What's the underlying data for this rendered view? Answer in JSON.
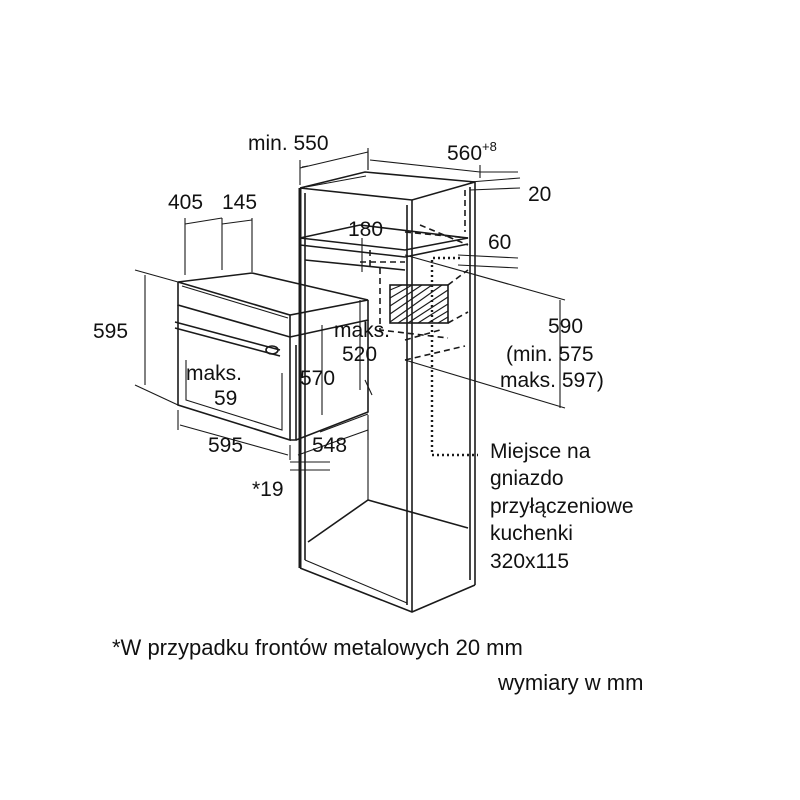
{
  "dimensions": {
    "cabinet_depth": "min. 550",
    "cabinet_width": "560",
    "cabinet_width_tolerance": "+8",
    "panel_20": "20",
    "shelf_180": "180",
    "rear_60": "60",
    "oven_depth_405": "405",
    "oven_depth_145": "145",
    "oven_height": "595",
    "niche_height_line1": "590",
    "niche_height_line2": "(min. 575",
    "niche_height_line3": "maks. 597)",
    "maks_520_line1": "maks.",
    "maks_520_line2": "520",
    "body_height": "570",
    "maks_59_line1": "maks.",
    "maks_59_line2": "59",
    "oven_width": "595",
    "body_width": "548",
    "front_19": "*19"
  },
  "socket_label": {
    "line1": "Miejsce na",
    "line2": "gniazdo",
    "line3": "przyłączeniowe",
    "line4": "kuchenki",
    "line5": "320x115"
  },
  "footnote": "*W przypadku frontów metalowych 20 mm",
  "units_note": "wymiary w mm"
}
